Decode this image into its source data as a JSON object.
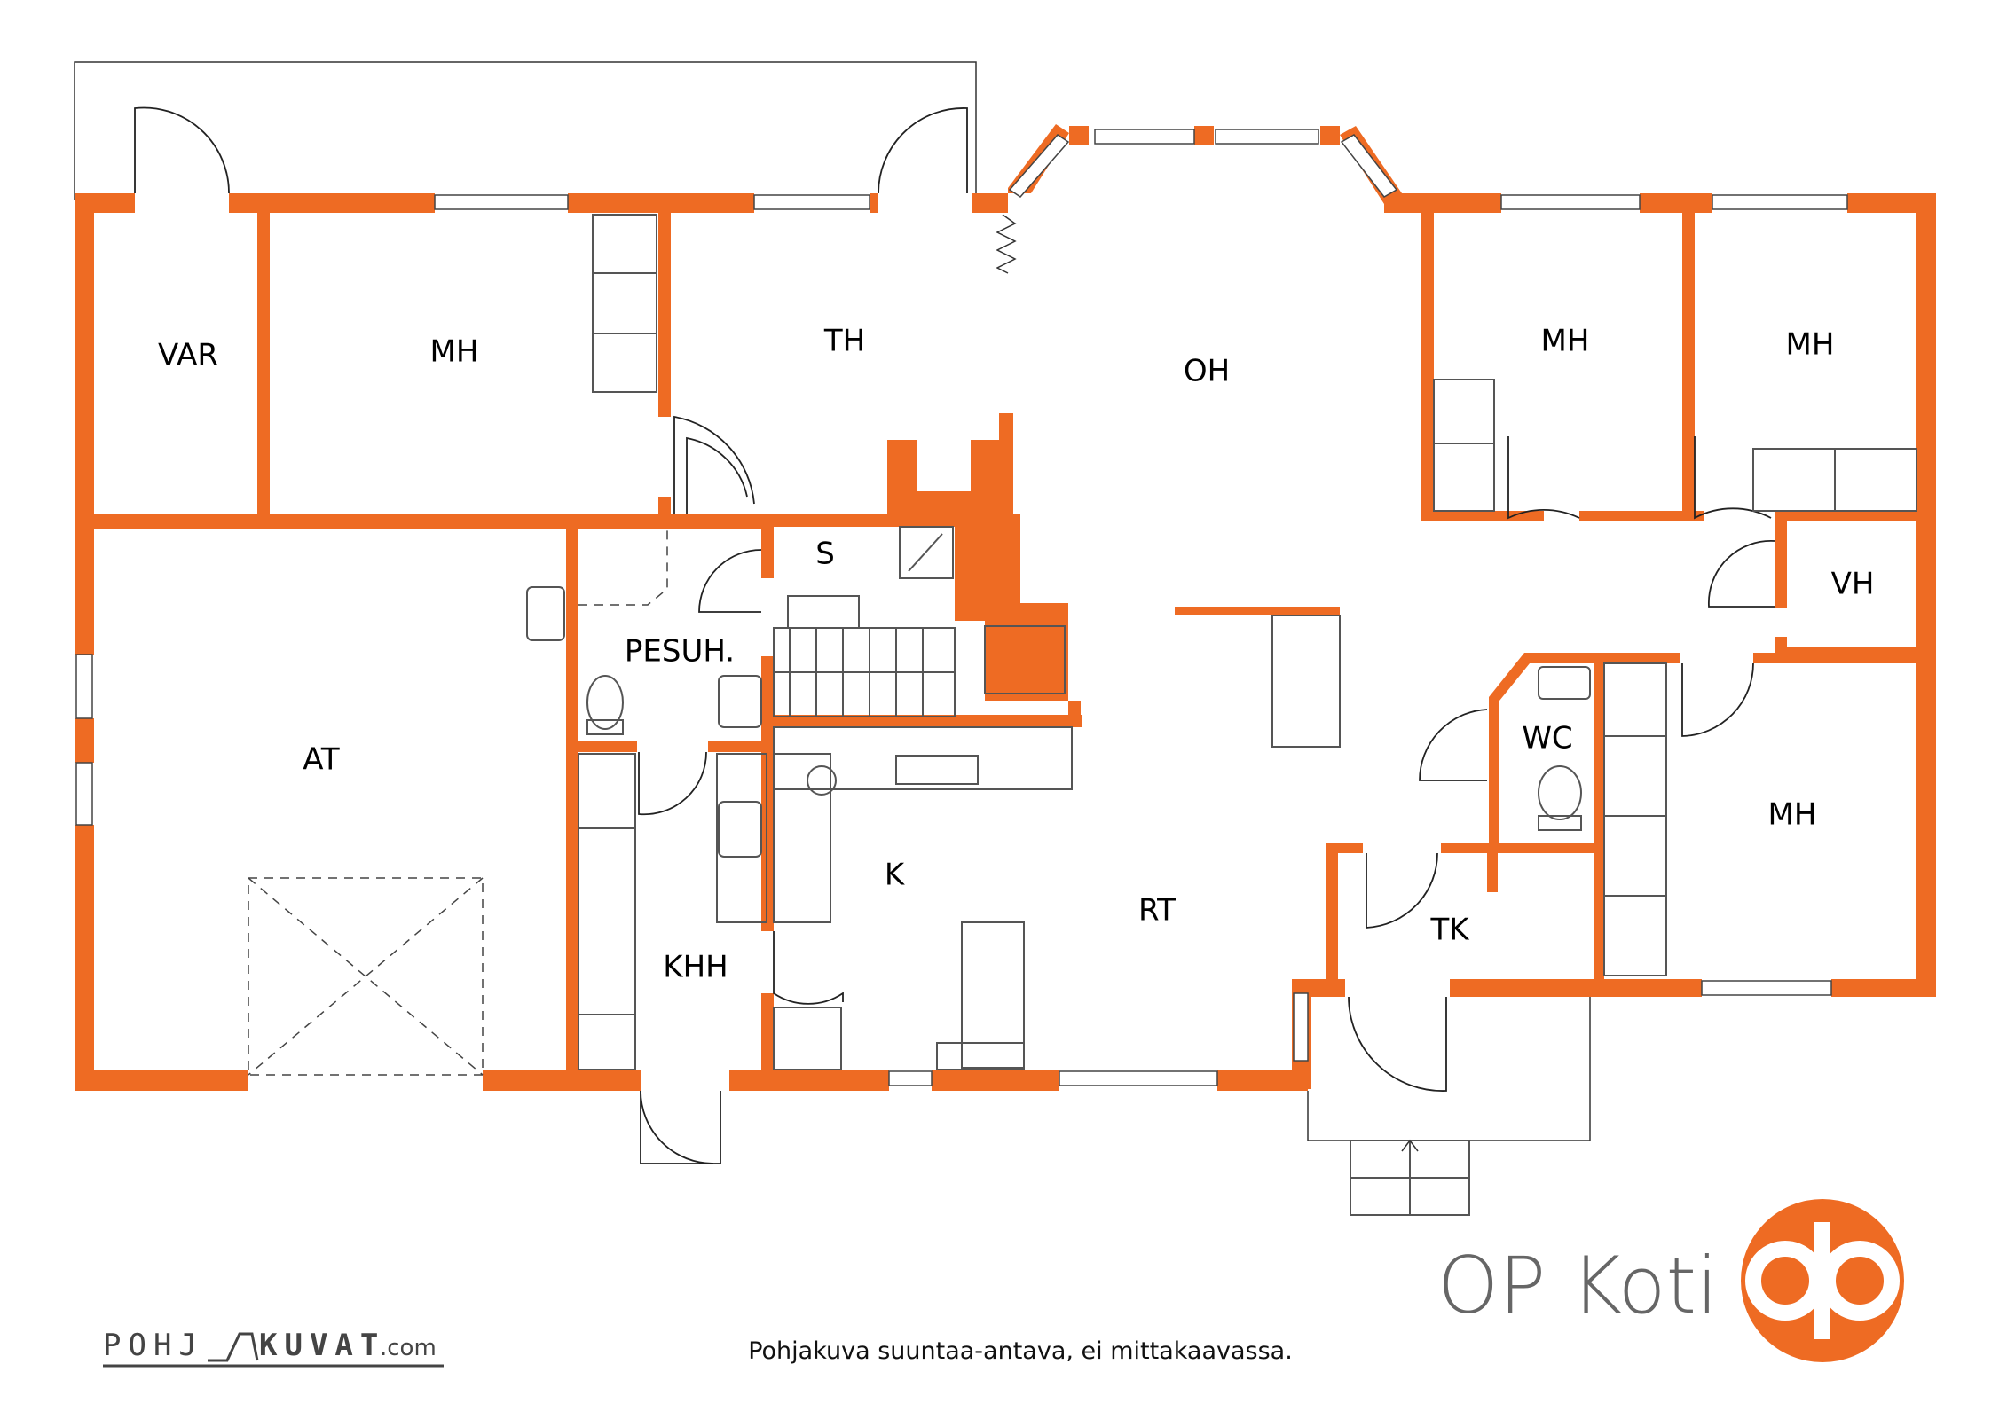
{
  "rooms": {
    "var": "VAR",
    "mh_1": "MH",
    "th": "TH",
    "oh": "OH",
    "mh_2": "MH",
    "mh_3": "MH",
    "s": "S",
    "vh": "VH",
    "pesuh": "PESUH.",
    "at": "AT",
    "wc": "WC",
    "k": "K",
    "mh_4": "MH",
    "rt": "RT",
    "khh": "KHH",
    "tk": "TK"
  },
  "brand": {
    "name": "OP Koti",
    "logo_icon": "op-logo-icon",
    "accent_color": "#ee6b23",
    "wall_color": "#ee6b23"
  },
  "watermark": {
    "text_left": "POHJ",
    "text_right": "KUVAT",
    "suffix": ".com"
  },
  "disclaimer": "Pohjakuva suuntaa-antava, ei mittakaavassa."
}
